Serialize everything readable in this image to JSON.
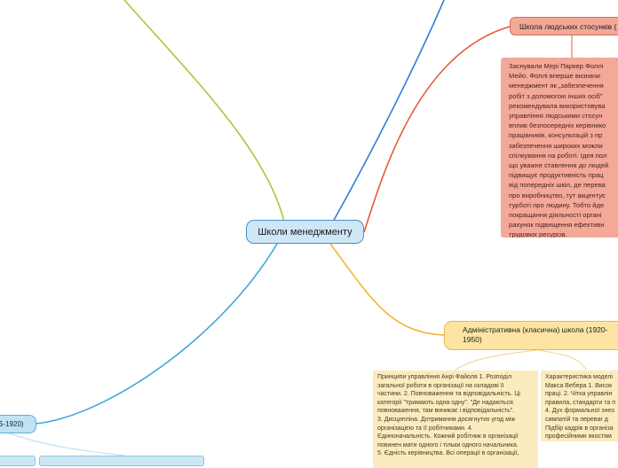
{
  "central": {
    "label": "Школи менеджменту"
  },
  "human_relations": {
    "title": "Школа людських стосунків (",
    "body": "Заснували Мері Паркер Фоллі\nМейо. Фоллі вперше визначи\nменеджмент як „забезпечення\nробіт з допомогою інших осіб\"\nрекомендувала використовува\nуправління людськими стосун\nвплив безпосередніх керівнико\nпрацівників, консультацій з пр\nзабезпечення широких можли\nспілкування на роботі. Ідея пол\nщо уважне ставлення до людей\nпідвищує продуктивність прац\nвід попередніх шкіл, де перева\nпро виробництво, тут акцентує\nтурботі про людину. Тобто йде\nпокращання діяльності органі\nрахунок підвищення ефективн\nтрудових ресурсів."
  },
  "administrative": {
    "title": "Адміністративна (класична) школа (1920-\n1950)",
    "fayol_text": "Принципи управління Анрі Файоля   1. Розподіл\nзагальної роботи в організації на складові її\nчастини. 2. Повноваження та відповідальність. Ці\nкатегорії \"тримають одна одну\". \"Де надаються\nповноваження, там виникає і відповідальність\".\n3. Дисципліна. Дотримання досягнутих угод між\nорганізацією та її робітниками. 4.\nЄдиноначальність. Кожний робітник в організації\nповинен мати одного і тільки одного начальника.\n5. Єдність керівництва. Всі операції в організації,",
    "weber_text": "Характеристика моделі\nМакса Вебера   1. Висок\nпраці. 2. Чітка управлін\nправила, стандарти та п\n4. Дух формальної знео\nсимпатій та переваг д\nПідбір кадрів в організа\nпрофесійними якостям"
  },
  "classical": {
    "title": "5-1920)"
  },
  "colors": {
    "branch_green": "#a8c83c",
    "branch_blue": "#2f7fd6",
    "branch_red": "#e8593a",
    "branch_orange": "#f3b52e",
    "branch_cyan": "#3ea6de",
    "central_fill": "#cfe6f7",
    "human_fill": "#f4a898",
    "admin_fill": "#fde4a3",
    "classic_fill": "#bfe3f5"
  }
}
